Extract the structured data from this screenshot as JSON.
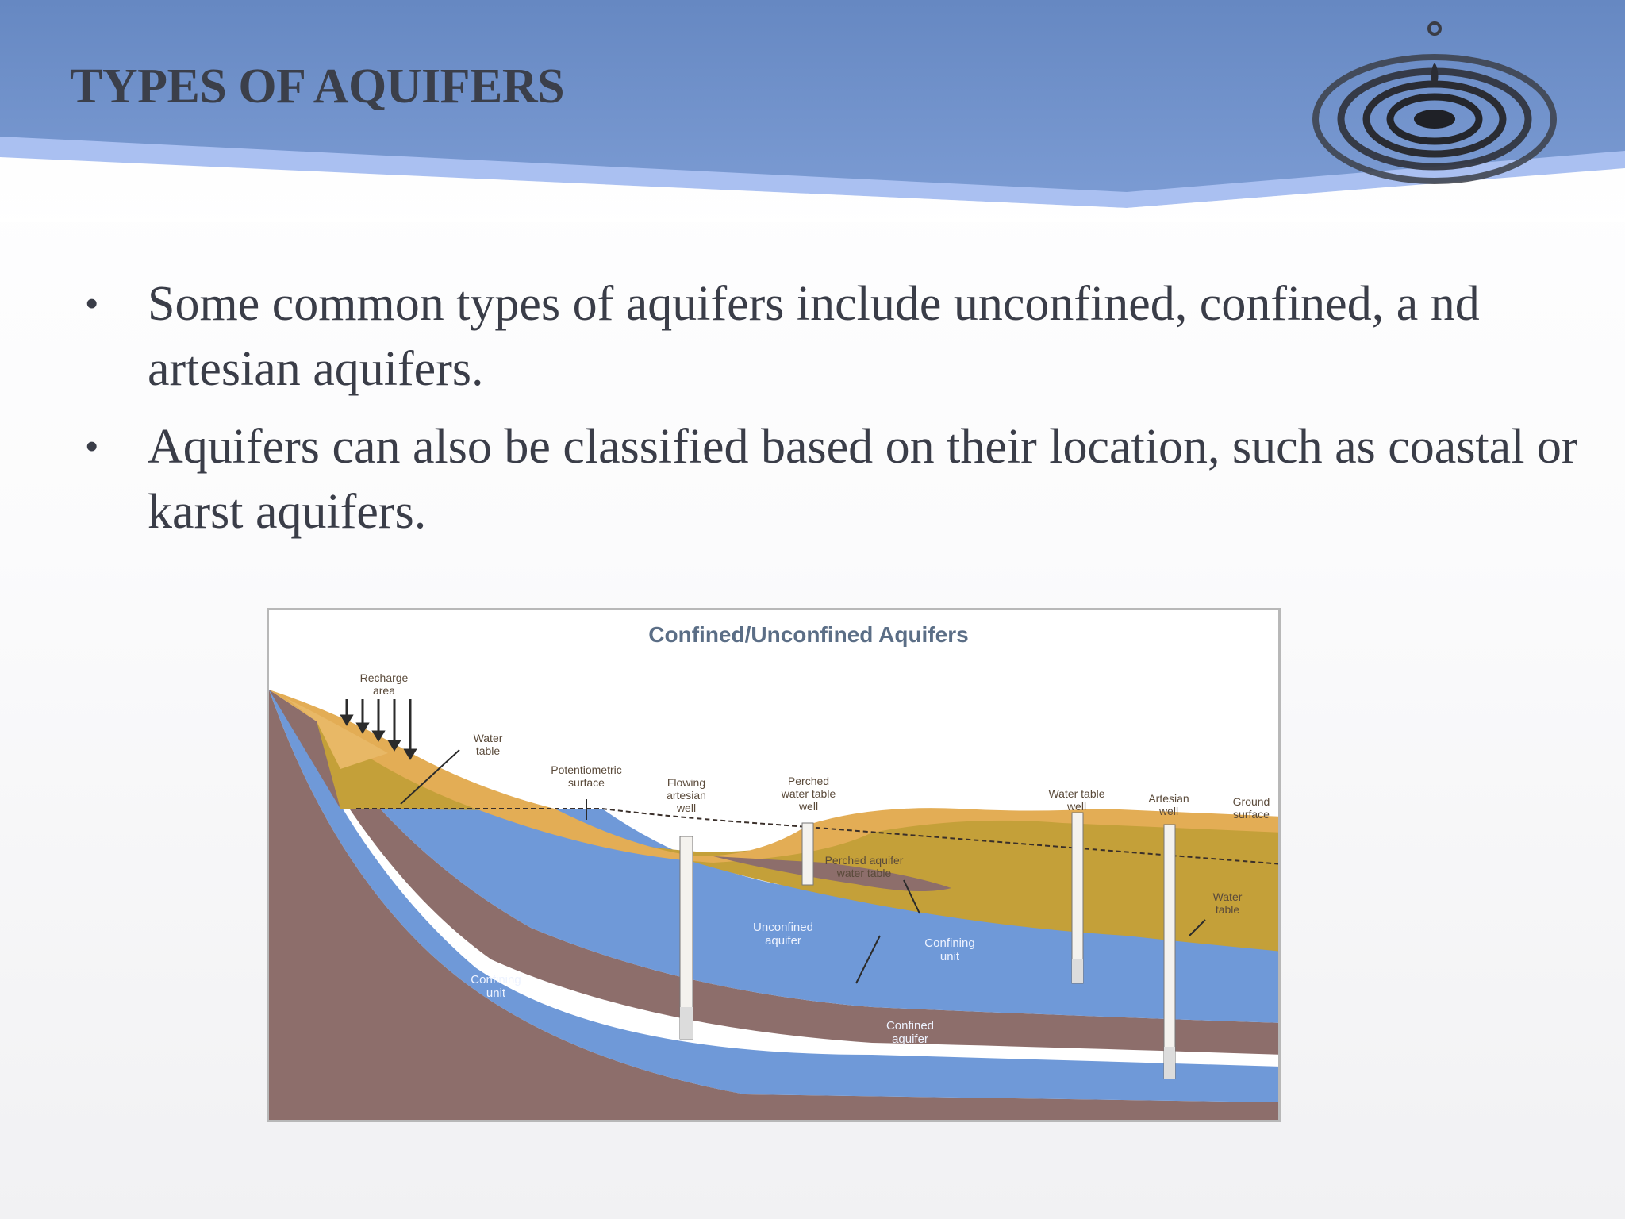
{
  "slide": {
    "title": "TYPES OF AQUIFERS",
    "bullets": [
      "Some common types of aquifers include unconfined, confined, a nd artesian aquifers.",
      "Aquifers can also be classified based on their location, such as coastal or karst aquifers."
    ]
  },
  "diagram": {
    "title": "Confined/Unconfined Aquifers",
    "labels": {
      "recharge": [
        "Recharge",
        "area"
      ],
      "water_table_left": [
        "Water",
        "table"
      ],
      "potentiometric": [
        "Potentiometric",
        "surface"
      ],
      "flowing_artesian": [
        "Flowing",
        "artesian",
        "well"
      ],
      "perched_well": [
        "Perched",
        "water table",
        "well"
      ],
      "perched_aquifer": [
        "Perched aquifer",
        "water table"
      ],
      "unconfined": [
        "Unconfined",
        "aquifer"
      ],
      "confining_unit_mid": [
        "Confining",
        "unit"
      ],
      "confining_unit_left": [
        "Confining",
        "unit"
      ],
      "confined": [
        "Confined",
        "aquifer"
      ],
      "water_table_well": [
        "Water table",
        "well"
      ],
      "artesian_well": [
        "Artesian",
        "well"
      ],
      "ground_surface": [
        "Ground",
        "surface"
      ],
      "water_table_right": [
        "Water",
        "table"
      ]
    }
  },
  "colors": {
    "header_blue": "#6f93cb",
    "header_stripe": "#a9bff0",
    "title_text": "#3b3f4a",
    "body_text": "#3a3d48",
    "soil_orange": "#e3ad55",
    "soil_tan": "#c4a039",
    "aquifer_blue": "#6f99d8",
    "confining_brown": "#8d6e6b"
  },
  "icons": [
    "water-drop-ripple-icon",
    "bullet-icon",
    "arrow-down-icon"
  ]
}
